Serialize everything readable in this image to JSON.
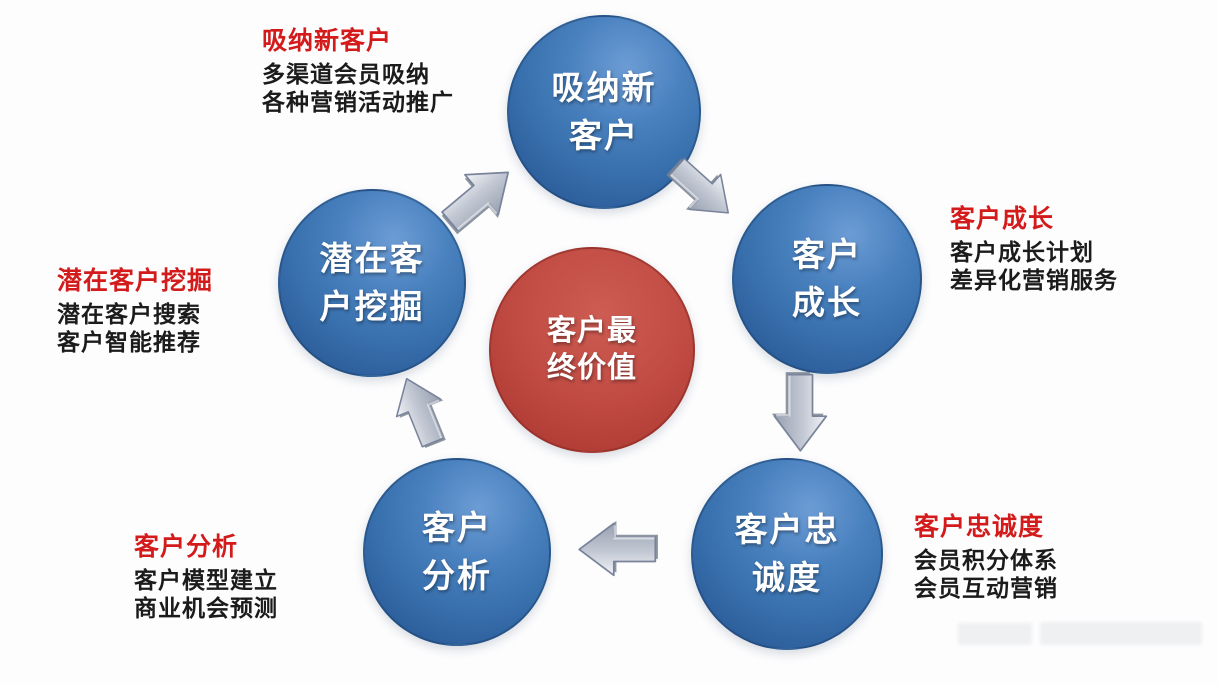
{
  "center_node": {
    "line1": "客户最",
    "line2": "终价值"
  },
  "nodes": {
    "new_customers": {
      "circle_line1": "吸纳新",
      "circle_line2": "客户",
      "title": "吸纳新客户",
      "detail1": "多渠道会员吸纳",
      "detail2": "各种营销活动推广"
    },
    "growth": {
      "circle_line1": "客户",
      "circle_line2": "成长",
      "title": "客户成长",
      "detail1": "客户成长计划",
      "detail2": "差异化营销服务"
    },
    "loyalty": {
      "circle_line1": "客户忠",
      "circle_line2": "诚度",
      "title": "客户忠诚度",
      "detail1": "会员积分体系",
      "detail2": "会员互动营销"
    },
    "analysis": {
      "circle_line1": "客户",
      "circle_line2": "分析",
      "title": "客户分析",
      "detail1": "客户模型建立",
      "detail2": "商业机会预测"
    },
    "mining": {
      "circle_line1": "潜在客",
      "circle_line2": "户挖掘",
      "title": "潜在客户挖掘",
      "detail1": "潜在客户搜索",
      "detail2": "客户智能推荐"
    }
  },
  "colors": {
    "node_blue": "#3a72b0",
    "node_blue_dark": "#275488",
    "center_red": "#c04b43",
    "title_red": "#d31b1b",
    "body_text": "#1b1b1b",
    "arrow_light": "#f2f4f7",
    "arrow_mid": "#c3c9d4",
    "arrow_dark": "#98a1b1"
  }
}
